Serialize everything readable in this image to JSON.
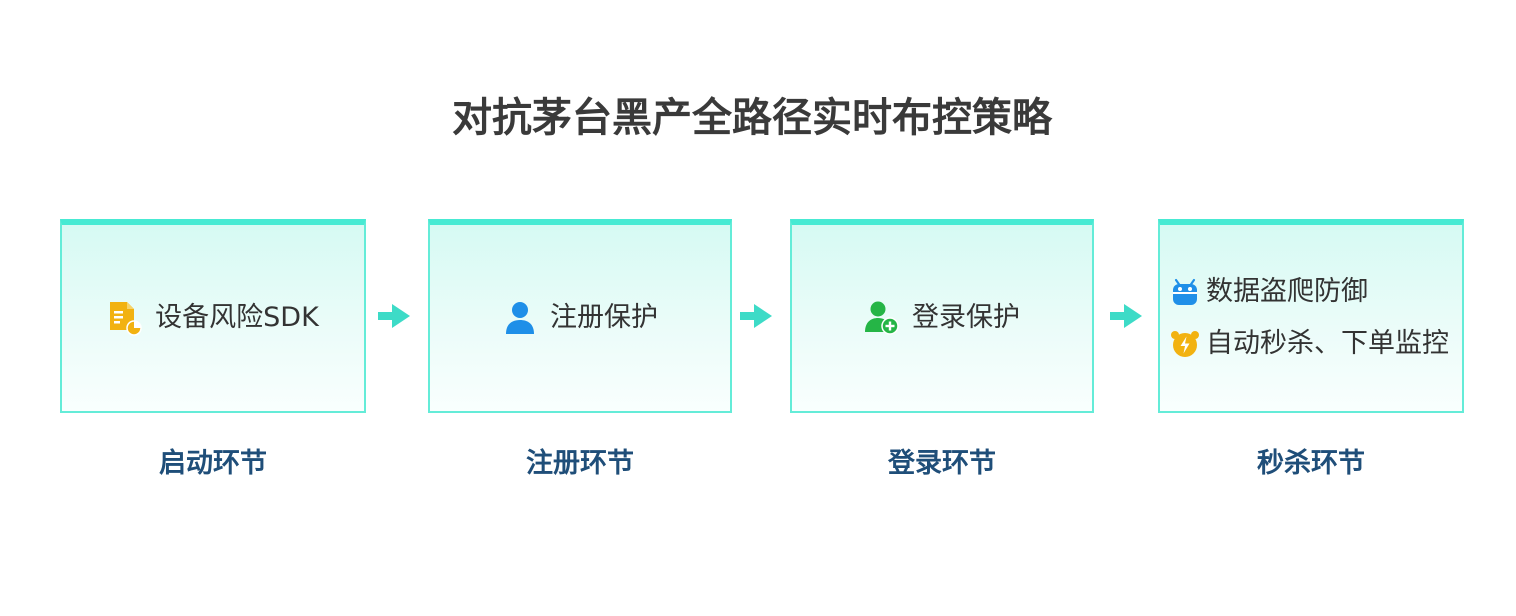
{
  "title": "对抗茅台黑产全路径实时布控策略",
  "colors": {
    "card_border": "#64ecd8",
    "card_top_border": "#47ead3",
    "arrow": "#3ddbc7",
    "stage_label": "#1f4e79",
    "title": "#3a3a3a"
  },
  "stages": [
    {
      "label": "启动环节",
      "items": [
        {
          "icon": "document-icon",
          "text": "设备风险SDK"
        }
      ]
    },
    {
      "label": "注册环节",
      "items": [
        {
          "icon": "user-icon",
          "text": "注册保护"
        }
      ]
    },
    {
      "label": "登录环节",
      "items": [
        {
          "icon": "user-add-icon",
          "text": "登录保护"
        }
      ]
    },
    {
      "label": "秒杀环节",
      "items": [
        {
          "icon": "bot-icon",
          "text": "数据盗爬防御"
        },
        {
          "icon": "alarm-clock-icon",
          "text": "自动秒杀、下单监控"
        }
      ]
    }
  ]
}
